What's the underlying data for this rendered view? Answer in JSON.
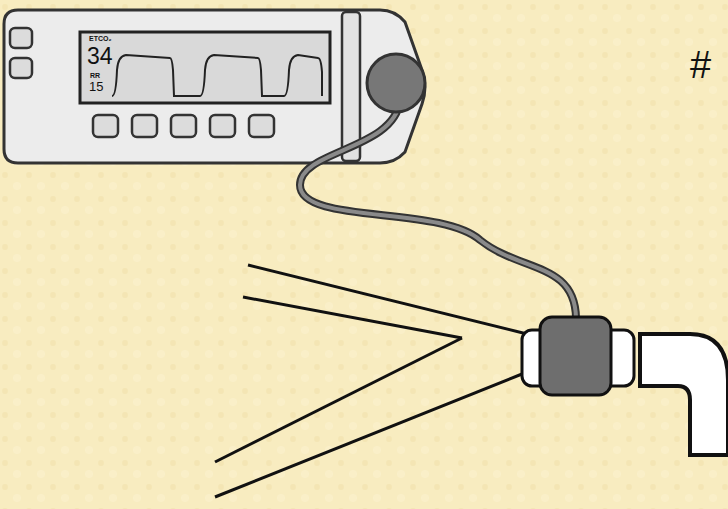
{
  "diagram": {
    "labels": [
      "ETCO₂",
      "34",
      "RR",
      "15",
      "#"
    ]
  }
}
